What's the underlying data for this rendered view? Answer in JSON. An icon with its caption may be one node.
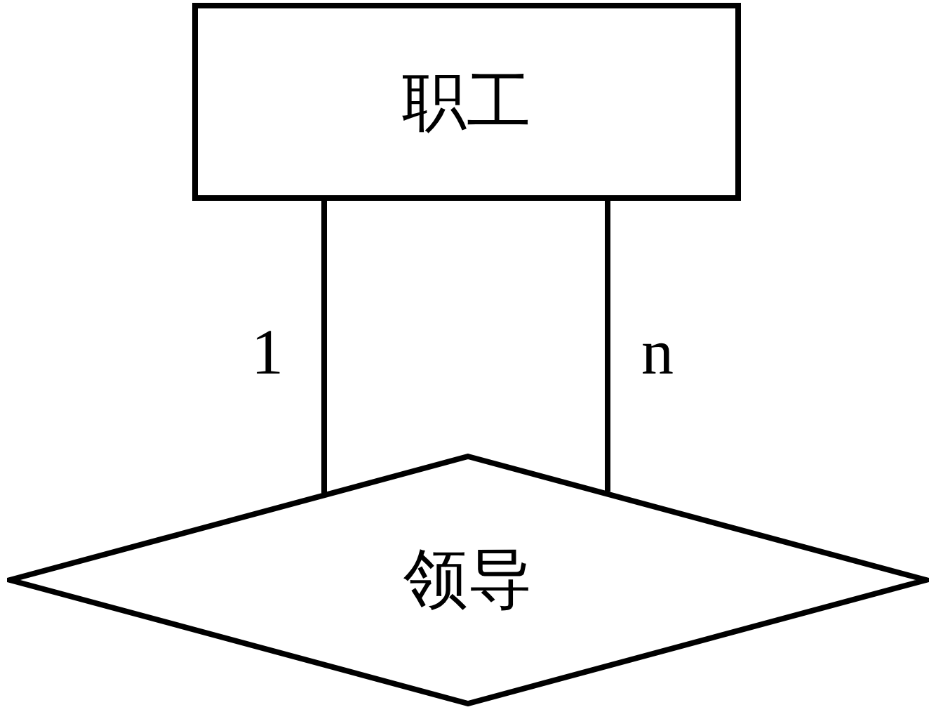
{
  "diagram": {
    "nodes": [
      {
        "text": [
          "职工"
        ]
      },
      {
        "text": [
          "领导"
        ]
      }
    ],
    "edges": [
      {
        "from": 0,
        "to": 1,
        "arrow": "none",
        "label": "1"
      },
      {
        "from": 0,
        "to": 1,
        "arrow": "none",
        "label": "n"
      }
    ]
  }
}
